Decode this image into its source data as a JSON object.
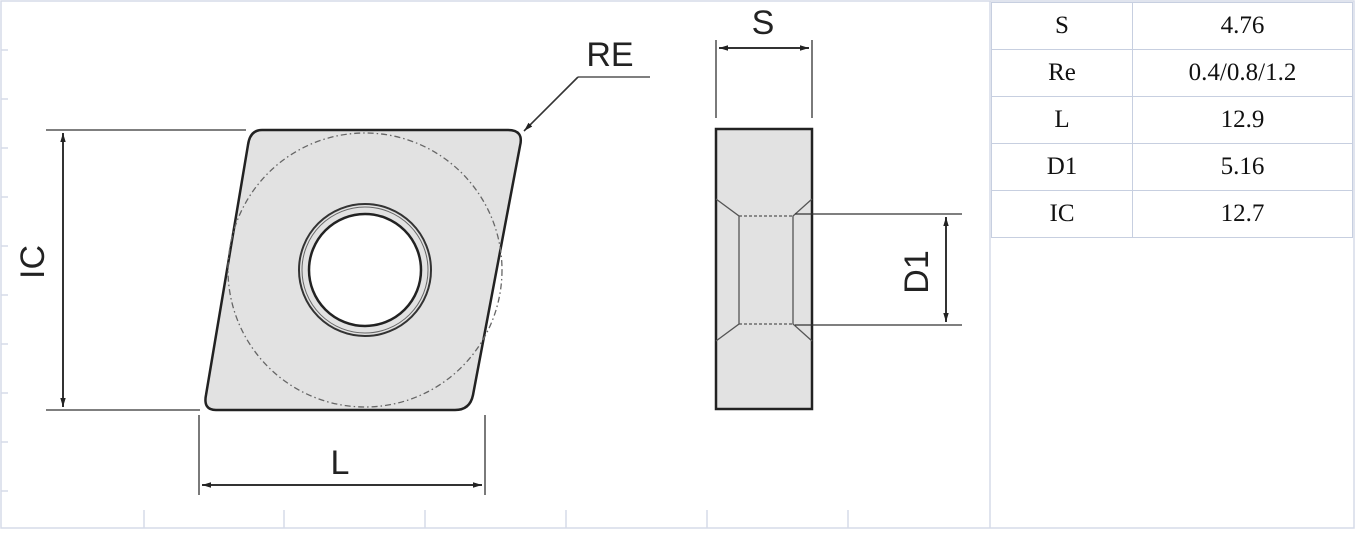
{
  "drawing": {
    "labels": {
      "re": "RE",
      "s": "S",
      "ic": "IC",
      "l": "L",
      "d1": "D1"
    }
  },
  "specs": {
    "rows": [
      {
        "key": "S",
        "value": "4.76"
      },
      {
        "key": "Re",
        "value": "0.4/0.8/1.2"
      },
      {
        "key": "L",
        "value": "12.9"
      },
      {
        "key": "D1",
        "value": "5.16"
      },
      {
        "key": "IC",
        "value": "12.7"
      }
    ]
  },
  "colors": {
    "insert_fill": "#e2e2e2",
    "outline": "#222222",
    "grid": "#d5dbe8"
  }
}
